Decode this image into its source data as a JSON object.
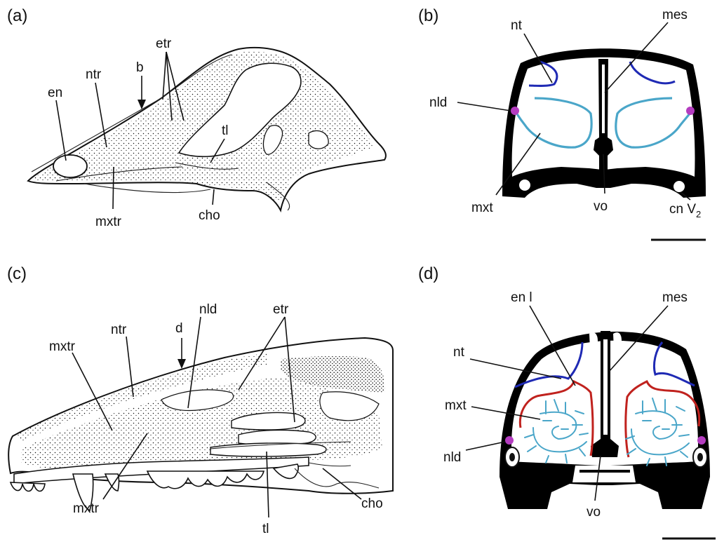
{
  "panels": {
    "a": {
      "letter": "(a)",
      "labels": {
        "en": "en",
        "ntr": "ntr",
        "b": "b",
        "etr": "etr",
        "tl": "tl",
        "mxtr": "mxtr",
        "cho": "cho"
      }
    },
    "b": {
      "letter": "(b)",
      "labels": {
        "nt": "nt",
        "mes": "mes",
        "nld": "nld",
        "mxt": "mxt",
        "vo": "vo",
        "cn": "cn V",
        "cn_sub": "2"
      }
    },
    "c": {
      "letter": "(c)",
      "labels": {
        "mxtr_top": "mxtr",
        "ntr": "ntr",
        "d": "d",
        "nld": "nld",
        "etr": "etr",
        "mxtr_bottom": "mxtr",
        "tl": "tl",
        "cho": "cho"
      }
    },
    "d": {
      "letter": "(d)",
      "labels": {
        "enl": "en l",
        "mes": "mes",
        "nt": "nt",
        "mxt": "mxt",
        "nld": "nld",
        "vo": "vo"
      }
    }
  },
  "colors": {
    "nasoturbinal": "#1f2ab4",
    "maxilloturbinal": "#4aa6c9",
    "ethmoturbinal": "#c0221e",
    "nasolacrimal_duct": "#b43cc0",
    "bone": "#000000"
  }
}
